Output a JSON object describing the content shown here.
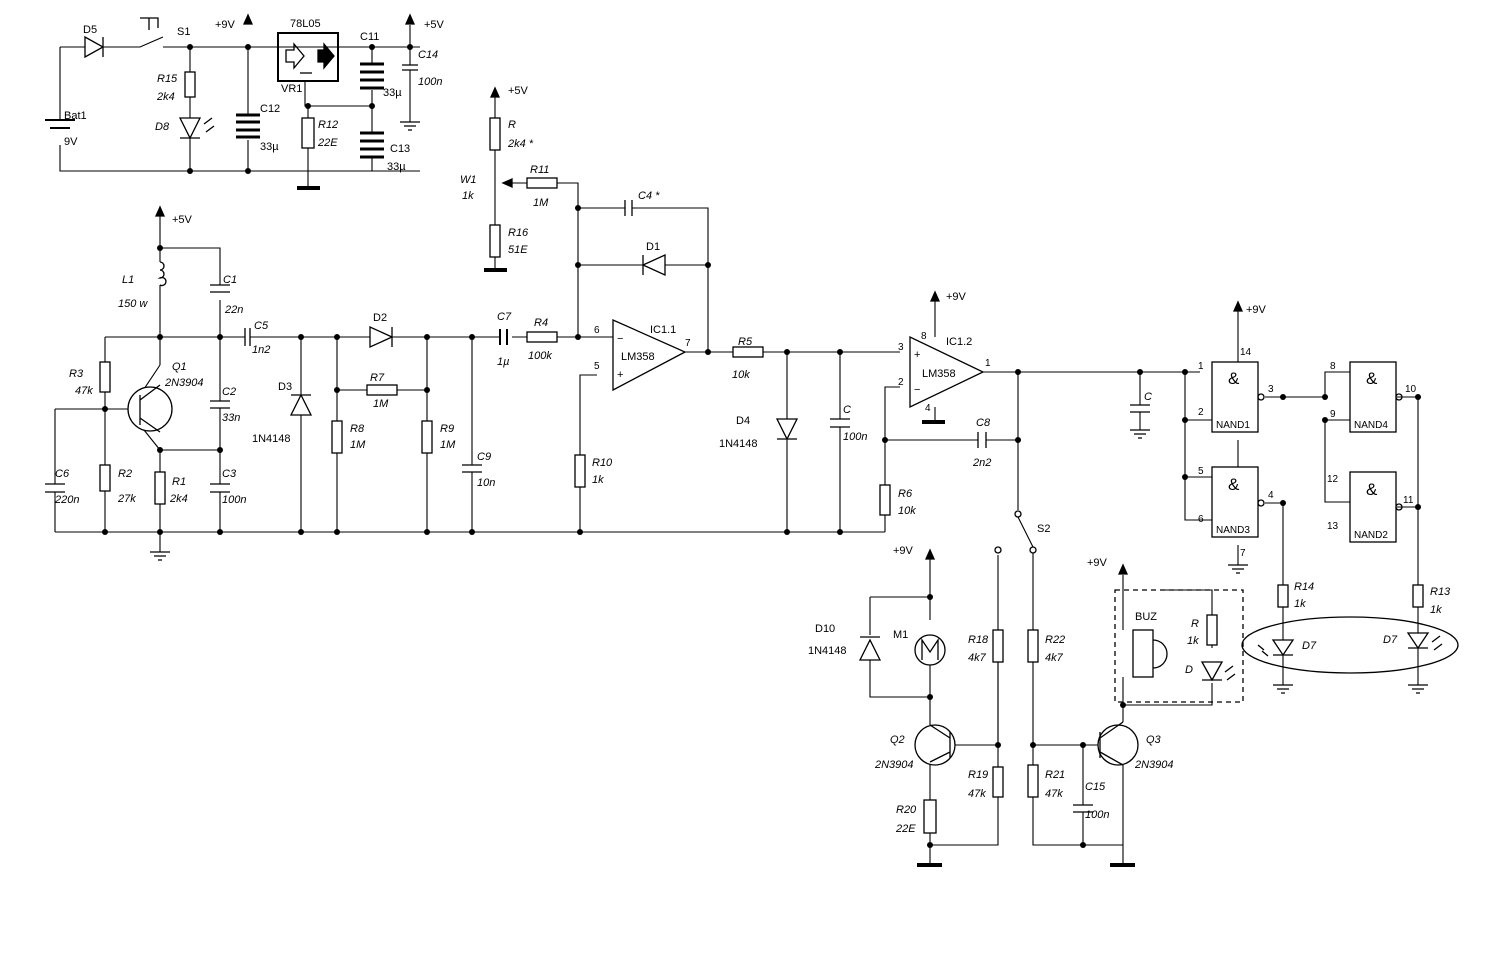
{
  "parts": {
    "D5": {
      "ref": "D5"
    },
    "S1": {
      "ref": "S1"
    },
    "Bat1": {
      "ref": "Bat1",
      "value": "9V"
    },
    "R15": {
      "ref": "R15",
      "value": "2k4"
    },
    "D8": {
      "ref": "D8"
    },
    "C12": {
      "ref": "C12",
      "value": "33µ"
    },
    "VR1": {
      "ref": "VR1",
      "value": "78L05"
    },
    "R12": {
      "ref": "R12",
      "value": "22E"
    },
    "C11": {
      "ref": "C11",
      "value": "33µ"
    },
    "C13": {
      "ref": "C13",
      "value": "33µ"
    },
    "C14": {
      "ref": "C14",
      "value": "100n"
    },
    "R": {
      "ref": "R",
      "value": "2k4 *"
    },
    "W1": {
      "ref": "W1",
      "value": "1k"
    },
    "R16": {
      "ref": "R16",
      "value": "51E"
    },
    "R11": {
      "ref": "R11",
      "value": "1M"
    },
    "C4": {
      "ref": "C4 *"
    },
    "D1": {
      "ref": "D1"
    },
    "L1": {
      "ref": "L1",
      "value": "150 w"
    },
    "C1": {
      "ref": "C1",
      "value": "22n"
    },
    "R3": {
      "ref": "R3",
      "value": "47k"
    },
    "Q1": {
      "ref": "Q1",
      "value": "2N3904"
    },
    "C2": {
      "ref": "C2",
      "value": "33n"
    },
    "C6": {
      "ref": "C6",
      "value": "220n"
    },
    "R2": {
      "ref": "R2",
      "value": "27k"
    },
    "R1": {
      "ref": "R1",
      "value": "2k4"
    },
    "C3": {
      "ref": "C3",
      "value": "100n"
    },
    "C5": {
      "ref": "C5",
      "value": "1n2"
    },
    "D3": {
      "ref": "D3",
      "value": "1N4148"
    },
    "D2": {
      "ref": "D2"
    },
    "R7": {
      "ref": "R7",
      "value": "1M"
    },
    "R8": {
      "ref": "R8",
      "value": "1M"
    },
    "R9": {
      "ref": "R9",
      "value": "1M"
    },
    "C7": {
      "ref": "C7",
      "value": "1µ"
    },
    "R4": {
      "ref": "R4",
      "value": "100k"
    },
    "C9": {
      "ref": "C9",
      "value": "10n"
    },
    "IC1_1": {
      "ref": "IC1.1",
      "value": "LM358"
    },
    "R10": {
      "ref": "R10",
      "value": "1k"
    },
    "R5": {
      "ref": "R5",
      "value": "10k"
    },
    "D4": {
      "ref": "D4",
      "value": "1N4148"
    },
    "C": {
      "ref": "C",
      "value": "100n"
    },
    "IC1_2": {
      "ref": "IC1.2",
      "value": "LM358"
    },
    "C8": {
      "ref": "C8",
      "value": "2n2"
    },
    "R6": {
      "ref": "R6",
      "value": "10k"
    },
    "S2": {
      "ref": "S2"
    },
    "C_nand": {
      "ref": "C"
    },
    "NAND1": {
      "ref": "NAND1"
    },
    "NAND2": {
      "ref": "NAND2"
    },
    "NAND3": {
      "ref": "NAND3"
    },
    "NAND4": {
      "ref": "NAND4"
    },
    "R14": {
      "ref": "R14",
      "value": "1k"
    },
    "R13": {
      "ref": "R13",
      "value": "1k"
    },
    "D7a": {
      "ref": "D7"
    },
    "D7b": {
      "ref": "D7"
    },
    "D10": {
      "ref": "D10",
      "value": "1N4148"
    },
    "M1": {
      "ref": "M1"
    },
    "R18": {
      "ref": "R18",
      "value": "4k7"
    },
    "R19": {
      "ref": "R19",
      "value": "47k"
    },
    "Q2": {
      "ref": "Q2",
      "value": "2N3904"
    },
    "R20": {
      "ref": "R20",
      "value": "22E"
    },
    "R22": {
      "ref": "R22",
      "value": "4k7"
    },
    "R21": {
      "ref": "R21",
      "value": "47k"
    },
    "C15": {
      "ref": "C15",
      "value": "100n"
    },
    "Q3": {
      "ref": "Q3",
      "value": "2N3904"
    },
    "BUZ": {
      "ref": "BUZ"
    },
    "Rbuz": {
      "ref": "R",
      "value": "1k"
    },
    "Dbuz": {
      "ref": "D"
    }
  },
  "rails": {
    "v9": "+9V",
    "v5": "+5V"
  },
  "gate_symbol": "&",
  "pins": {
    "ic11_in_neg": "6",
    "ic11_in_pos": "5",
    "ic11_out": "7",
    "ic12_in_pos": "3",
    "ic12_in_neg": "2",
    "ic12_out": "1",
    "ic12_vcc": "8",
    "ic12_gnd": "4",
    "nand1_a": "1",
    "nand1_b": "2",
    "nand1_y": "3",
    "nand3_a": "5",
    "nand3_b": "6",
    "nand3_y": "4",
    "nand4_a": "8",
    "nand4_b": "9",
    "nand4_y": "10",
    "nand2_a": "12",
    "nand2_b": "13",
    "nand2_y": "11",
    "vcc": "14",
    "gnd": "7",
    "opamp_minus": "−",
    "opamp_plus": "+"
  }
}
